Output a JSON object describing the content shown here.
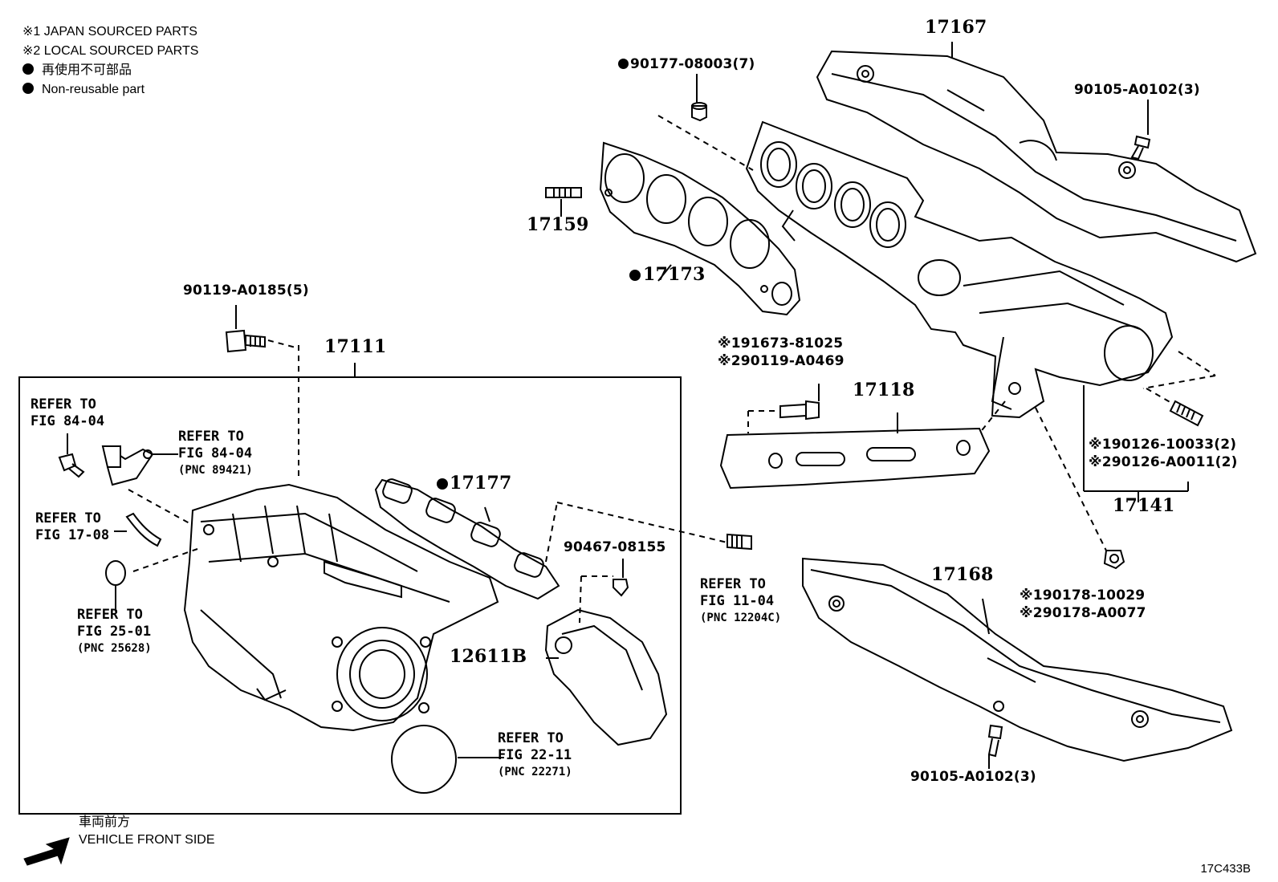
{
  "legend": {
    "line1": "※1 JAPAN SOURCED PARTS",
    "line2": "※2 LOCAL SOURCED PARTS",
    "line3": "再使用不可部品",
    "line4": "Non-reusable part"
  },
  "parts": {
    "p17167": "17167",
    "p90177": "90177-08003(7)",
    "p90105_top": "90105-A0102(3)",
    "p17159": "17159",
    "p17173": "17173",
    "p90119": "90119-A0185(5)",
    "p17111": "17111",
    "p191673": "※191673-81025",
    "p290119": "※290119-A0469",
    "p17118": "17118",
    "p190126": "※190126-10033(2)",
    "p290126": "※290126-A0011(2)",
    "p17141": "17141",
    "p17177": "17177",
    "p90467": "90467-08155",
    "p12611B": "12611B",
    "p17168": "17168",
    "p190178": "※190178-10029",
    "p290178": "※290178-A0077",
    "p90105_bot": "90105-A0102(3)"
  },
  "refs": {
    "r1_a": "REFER TO",
    "r1_b": "FIG 84-04",
    "r2_a": "REFER TO",
    "r2_b": "FIG 84-04",
    "r2_c": "(PNC 89421)",
    "r3_a": "REFER TO",
    "r3_b": "FIG 17-08",
    "r4_a": "REFER TO",
    "r4_b": "FIG 25-01",
    "r4_c": "(PNC 25628)",
    "r5_a": "REFER TO",
    "r5_b": "FIG 11-04",
    "r5_c": "(PNC 12204C)",
    "r6_a": "REFER TO",
    "r6_b": "FIG 22-11",
    "r6_c": "(PNC 22271)"
  },
  "footer": {
    "jp": "車両前方",
    "en": "VEHICLE FRONT SIDE",
    "code": "17C433B"
  }
}
